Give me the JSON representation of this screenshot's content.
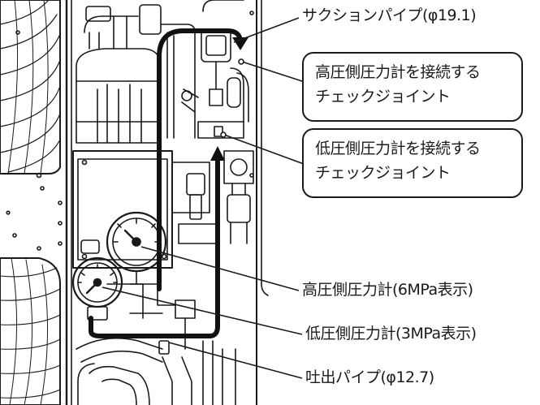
{
  "labels": {
    "suction_pipe": "サクションパイプ(φ19.1)",
    "high_check": [
      "高圧側圧力計を接続する",
      "チェックジョイント"
    ],
    "low_check": [
      "低圧側圧力計を接続する",
      "チェックジョイント"
    ],
    "high_gauge": "高圧側圧力計(6MPa表示)",
    "low_gauge": "低圧側圧力計(3MPa表示)",
    "discharge_pipe": "吐出パイプ(φ12.7)"
  },
  "colors": {
    "line": "#1a1a1a",
    "background": "#ffffff",
    "arrow": "#111111"
  }
}
